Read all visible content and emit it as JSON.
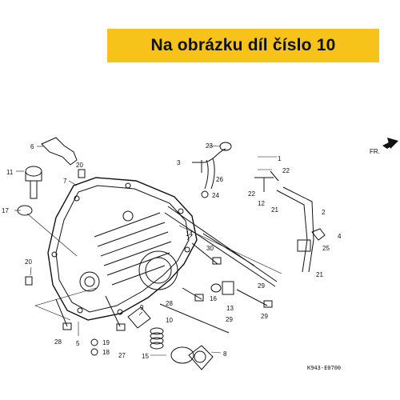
{
  "banner": {
    "text": "Na obrázku díl číslo 10"
  },
  "direction_marker": {
    "text": "FR."
  },
  "diagram_code": "K943-E0700",
  "callouts": [
    {
      "id": "c1",
      "text": "1"
    },
    {
      "id": "c2",
      "text": "2"
    },
    {
      "id": "c3",
      "text": "3"
    },
    {
      "id": "c4",
      "text": "4"
    },
    {
      "id": "c5",
      "text": "5"
    },
    {
      "id": "c6",
      "text": "6"
    },
    {
      "id": "c7",
      "text": "7"
    },
    {
      "id": "c8",
      "text": "8"
    },
    {
      "id": "c9",
      "text": "9"
    },
    {
      "id": "c10",
      "text": "10"
    },
    {
      "id": "c11",
      "text": "11"
    },
    {
      "id": "c12",
      "text": "12"
    },
    {
      "id": "c13",
      "text": "13"
    },
    {
      "id": "c14",
      "text": "14"
    },
    {
      "id": "c15",
      "text": "15"
    },
    {
      "id": "c16",
      "text": "16"
    },
    {
      "id": "c17",
      "text": "17"
    },
    {
      "id": "c18",
      "text": "18"
    },
    {
      "id": "c19",
      "text": "19"
    },
    {
      "id": "c20a",
      "text": "20"
    },
    {
      "id": "c20b",
      "text": "20"
    },
    {
      "id": "c21a",
      "text": "21"
    },
    {
      "id": "c21b",
      "text": "21"
    },
    {
      "id": "c22a",
      "text": "22"
    },
    {
      "id": "c22b",
      "text": "22"
    },
    {
      "id": "c23",
      "text": "23"
    },
    {
      "id": "c24",
      "text": "24"
    },
    {
      "id": "c25",
      "text": "25"
    },
    {
      "id": "c26",
      "text": "26"
    },
    {
      "id": "c27",
      "text": "27"
    },
    {
      "id": "c28a",
      "text": "28"
    },
    {
      "id": "c28b",
      "text": "28"
    },
    {
      "id": "c29a",
      "text": "29"
    },
    {
      "id": "c29b",
      "text": "29"
    },
    {
      "id": "c29c",
      "text": "29"
    },
    {
      "id": "c30",
      "text": "30"
    }
  ]
}
